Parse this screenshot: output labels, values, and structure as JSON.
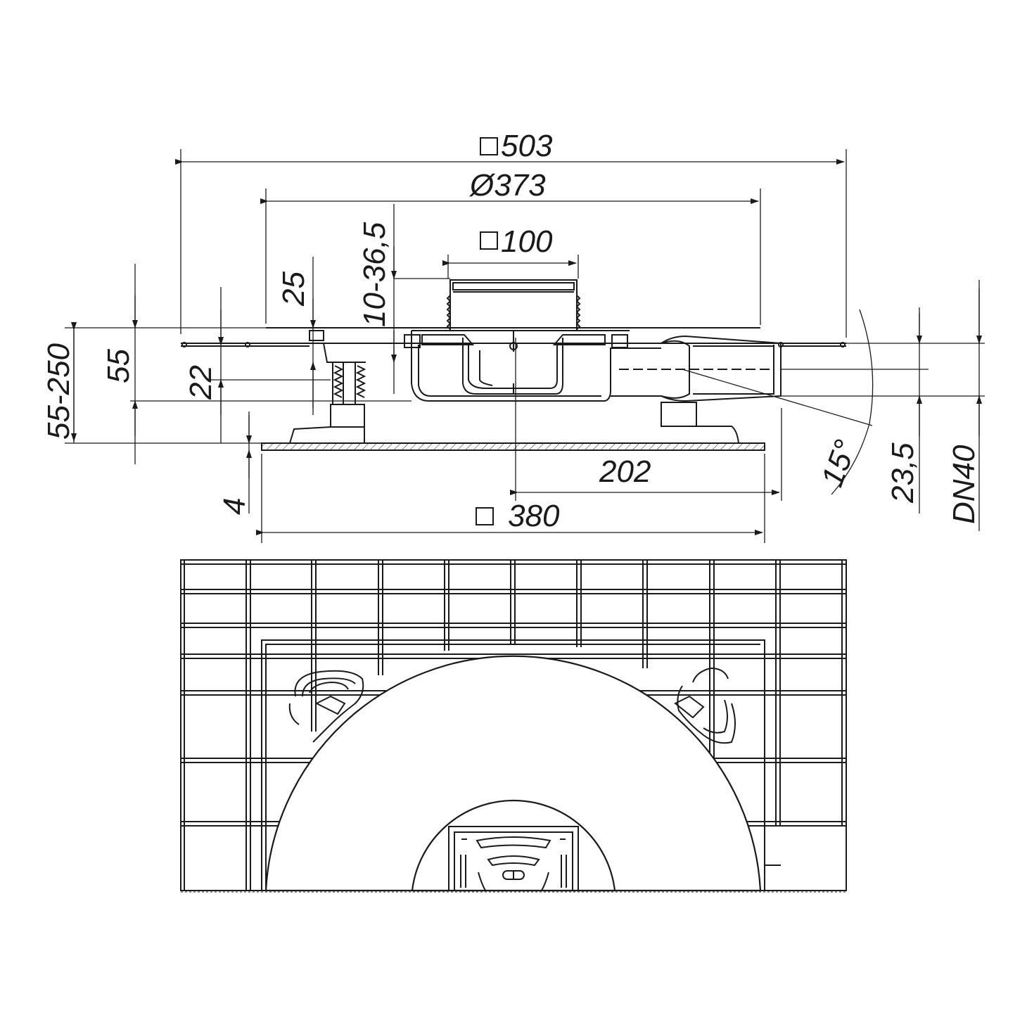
{
  "dimensions": {
    "square_503": "503",
    "dia_373": "Ø373",
    "square_100": "100",
    "adj_10_36_5": "10-36,5",
    "d25": "25",
    "d55_250": "55-250",
    "d55": "55",
    "d22": "22",
    "d4": "4",
    "d202": "202",
    "square_380": "380",
    "angle_15": "15°",
    "d23_5": "23,5",
    "dn40": "DN40"
  }
}
